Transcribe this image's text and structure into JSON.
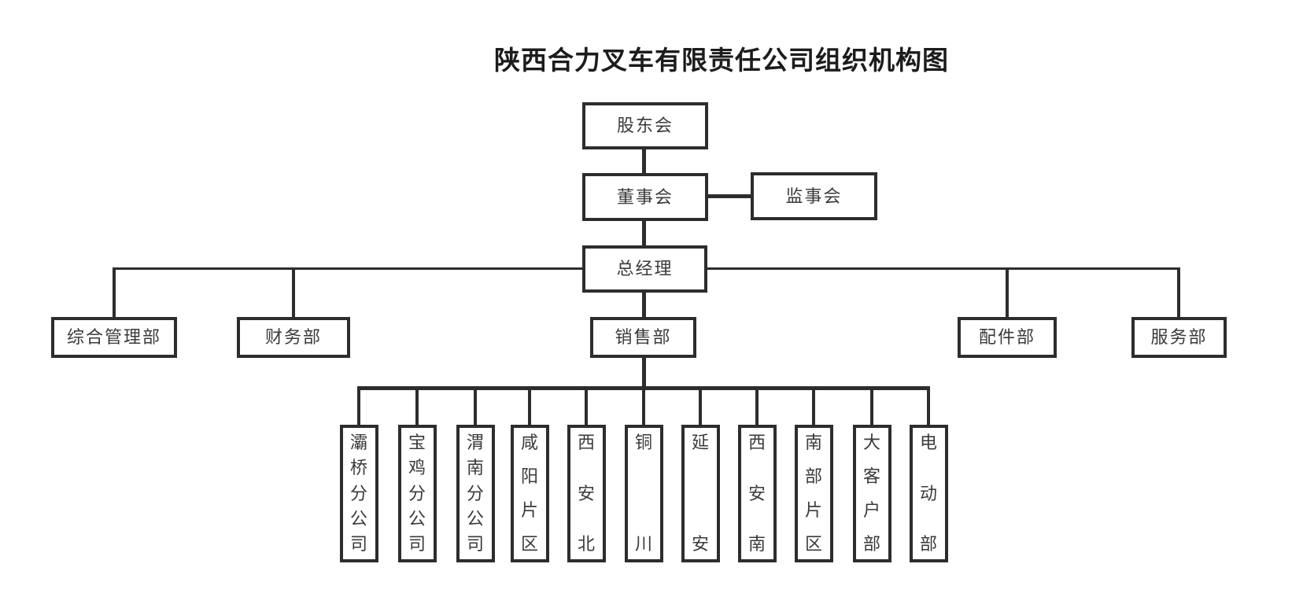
{
  "title": "陕西合力叉车有限责任公司组织机构图",
  "org": {
    "shareholders": "股东会",
    "board": "董事会",
    "supervisory": "监事会",
    "general_manager": "总经理",
    "departments": [
      "综合管理部",
      "财务部",
      "销售部",
      "配件部",
      "服务部"
    ],
    "sales_units": [
      "灞桥分公司",
      "宝鸡分公司",
      "渭南分公司",
      "咸阳片区",
      "西安北",
      "铜川",
      "延安",
      "西安南",
      "南部片区",
      "大客户部",
      "电动部"
    ]
  },
  "colors": {
    "line": "#2d2d2d",
    "text": "#3a3a3a",
    "title": "#1c1c1c",
    "background": "#ffffff"
  }
}
